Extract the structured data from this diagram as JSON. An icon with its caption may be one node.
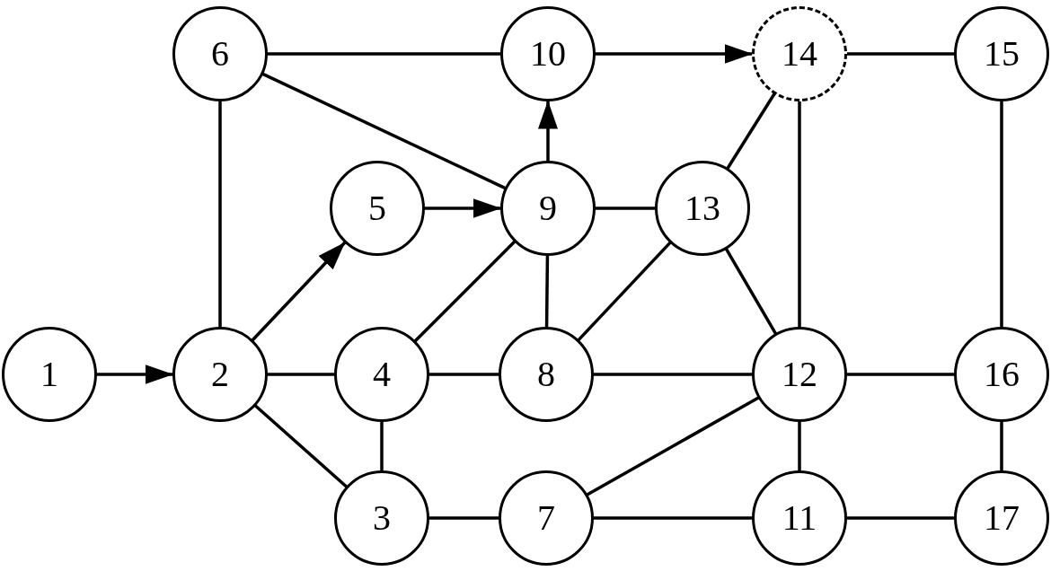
{
  "diagram": {
    "nodes": [
      {
        "text": [
          "1"
        ]
      },
      {
        "text": [
          "2"
        ]
      },
      {
        "text": [
          "3"
        ]
      },
      {
        "text": [
          "4"
        ]
      },
      {
        "text": [
          "5"
        ]
      },
      {
        "text": [
          "6"
        ]
      },
      {
        "text": [
          "7"
        ]
      },
      {
        "text": [
          "8"
        ]
      },
      {
        "text": [
          "9"
        ]
      },
      {
        "text": [
          "10"
        ]
      },
      {
        "text": [
          "11"
        ]
      },
      {
        "text": [
          "12"
        ]
      },
      {
        "text": [
          "13"
        ]
      },
      {
        "text": [
          "14"
        ]
      },
      {
        "text": [
          "15"
        ]
      },
      {
        "text": [
          "16"
        ]
      },
      {
        "text": [
          "17"
        ]
      }
    ],
    "edges": [
      {
        "from": 0,
        "to": 1,
        "arrow": "to"
      },
      {
        "from": 1,
        "to": 4,
        "arrow": "to"
      },
      {
        "from": 4,
        "to": 8,
        "arrow": "to"
      },
      {
        "from": 8,
        "to": 9,
        "arrow": "to"
      },
      {
        "from": 9,
        "to": 13,
        "arrow": "to"
      },
      {
        "from": 5,
        "to": 9,
        "arrow": "none"
      },
      {
        "from": 5,
        "to": 1,
        "arrow": "none"
      },
      {
        "from": 5,
        "to": 8,
        "arrow": "none"
      },
      {
        "from": 13,
        "to": 14,
        "arrow": "none"
      },
      {
        "from": 13,
        "to": 12,
        "arrow": "none"
      },
      {
        "from": 13,
        "to": 11,
        "arrow": "none"
      },
      {
        "from": 14,
        "to": 15,
        "arrow": "none"
      },
      {
        "from": 8,
        "to": 12,
        "arrow": "none"
      },
      {
        "from": 8,
        "to": 7,
        "arrow": "none"
      },
      {
        "from": 8,
        "to": 3,
        "arrow": "none"
      },
      {
        "from": 12,
        "to": 7,
        "arrow": "none"
      },
      {
        "from": 12,
        "to": 11,
        "arrow": "none"
      },
      {
        "from": 1,
        "to": 3,
        "arrow": "none"
      },
      {
        "from": 1,
        "to": 2,
        "arrow": "none"
      },
      {
        "from": 3,
        "to": 2,
        "arrow": "none"
      },
      {
        "from": 3,
        "to": 7,
        "arrow": "none"
      },
      {
        "from": 7,
        "to": 11,
        "arrow": "none"
      },
      {
        "from": 11,
        "to": 15,
        "arrow": "none"
      },
      {
        "from": 11,
        "to": 10,
        "arrow": "none"
      },
      {
        "from": 11,
        "to": 6,
        "arrow": "none"
      },
      {
        "from": 2,
        "to": 6,
        "arrow": "none"
      },
      {
        "from": 6,
        "to": 10,
        "arrow": "none"
      },
      {
        "from": 10,
        "to": 16,
        "arrow": "none"
      },
      {
        "from": 15,
        "to": 16,
        "arrow": "none"
      }
    ]
  }
}
